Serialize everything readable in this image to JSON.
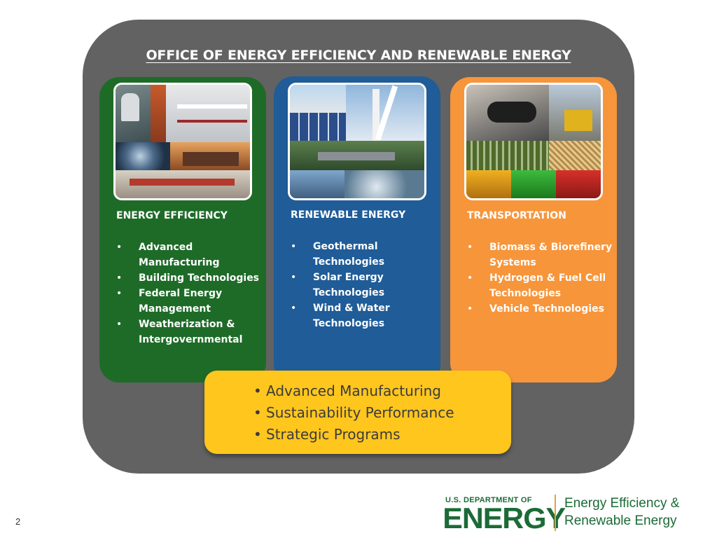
{
  "slide": {
    "title": "OFFICE OF ENERGY EFFICIENCY AND RENEWABLE ENERGY",
    "page_number": "2"
  },
  "colors": {
    "outer": "#626262",
    "efficiency": "#1e6b28",
    "renewable": "#1f5c98",
    "transportation": "#f7953a",
    "cross_cutting": "#ffc61e",
    "logo_green": "#1b6b36"
  },
  "cards": {
    "efficiency": {
      "heading": "ENERGY EFFICIENCY",
      "items": [
        "Advanced Manufacturing",
        "Building Technologies",
        "Federal Energy Management",
        "Weatherization & Intergovernmental"
      ]
    },
    "renewable": {
      "heading": "RENEWABLE ENERGY",
      "items": [
        "Geothermal Technologies",
        "Solar Energy Technologies",
        "Wind & Water Technologies"
      ]
    },
    "transportation": {
      "heading": "TRANSPORTATION",
      "items": [
        "Biomass & Biorefinery Systems",
        "Hydrogen & Fuel Cell Technologies",
        "Vehicle Technologies"
      ]
    }
  },
  "cross_cutting": {
    "items": [
      "Advanced Manufacturing",
      "Sustainability Performance",
      "Strategic Programs"
    ]
  },
  "logo": {
    "top_line": "U.S. DEPARTMENT OF",
    "wordmark": "ENERGY",
    "office_line1": "Energy Efficiency &",
    "office_line2": "Renewable Energy"
  }
}
